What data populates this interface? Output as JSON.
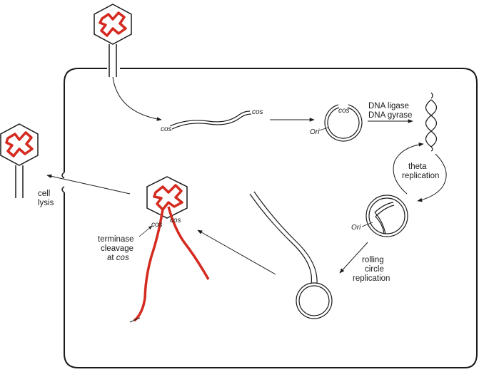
{
  "labels": {
    "cos_linear_left": "cos",
    "cos_linear_right": "cos",
    "cos_circle": "cos",
    "ori_circle": "Ori",
    "ligase_line1": "DNA ligase",
    "ligase_line2": "DNA gyrase",
    "theta_line1": "theta",
    "theta_line2": "replication",
    "ori_theta": "Ori",
    "rolling_line1": "rolling",
    "rolling_line2": "circle",
    "rolling_line3": "replication",
    "lysis_line1": "cell",
    "lysis_line2": "lysis",
    "cos_head_left": "cos",
    "cos_head_right": "cos",
    "terminase_line1": "terminase",
    "terminase_line2": "cleavage",
    "terminase_line3_prefix": "at ",
    "terminase_line3_italic": "cos"
  },
  "colors": {
    "dna_red": "#d42a20",
    "outline": "#1a1a1a",
    "background": "#ffffff"
  }
}
